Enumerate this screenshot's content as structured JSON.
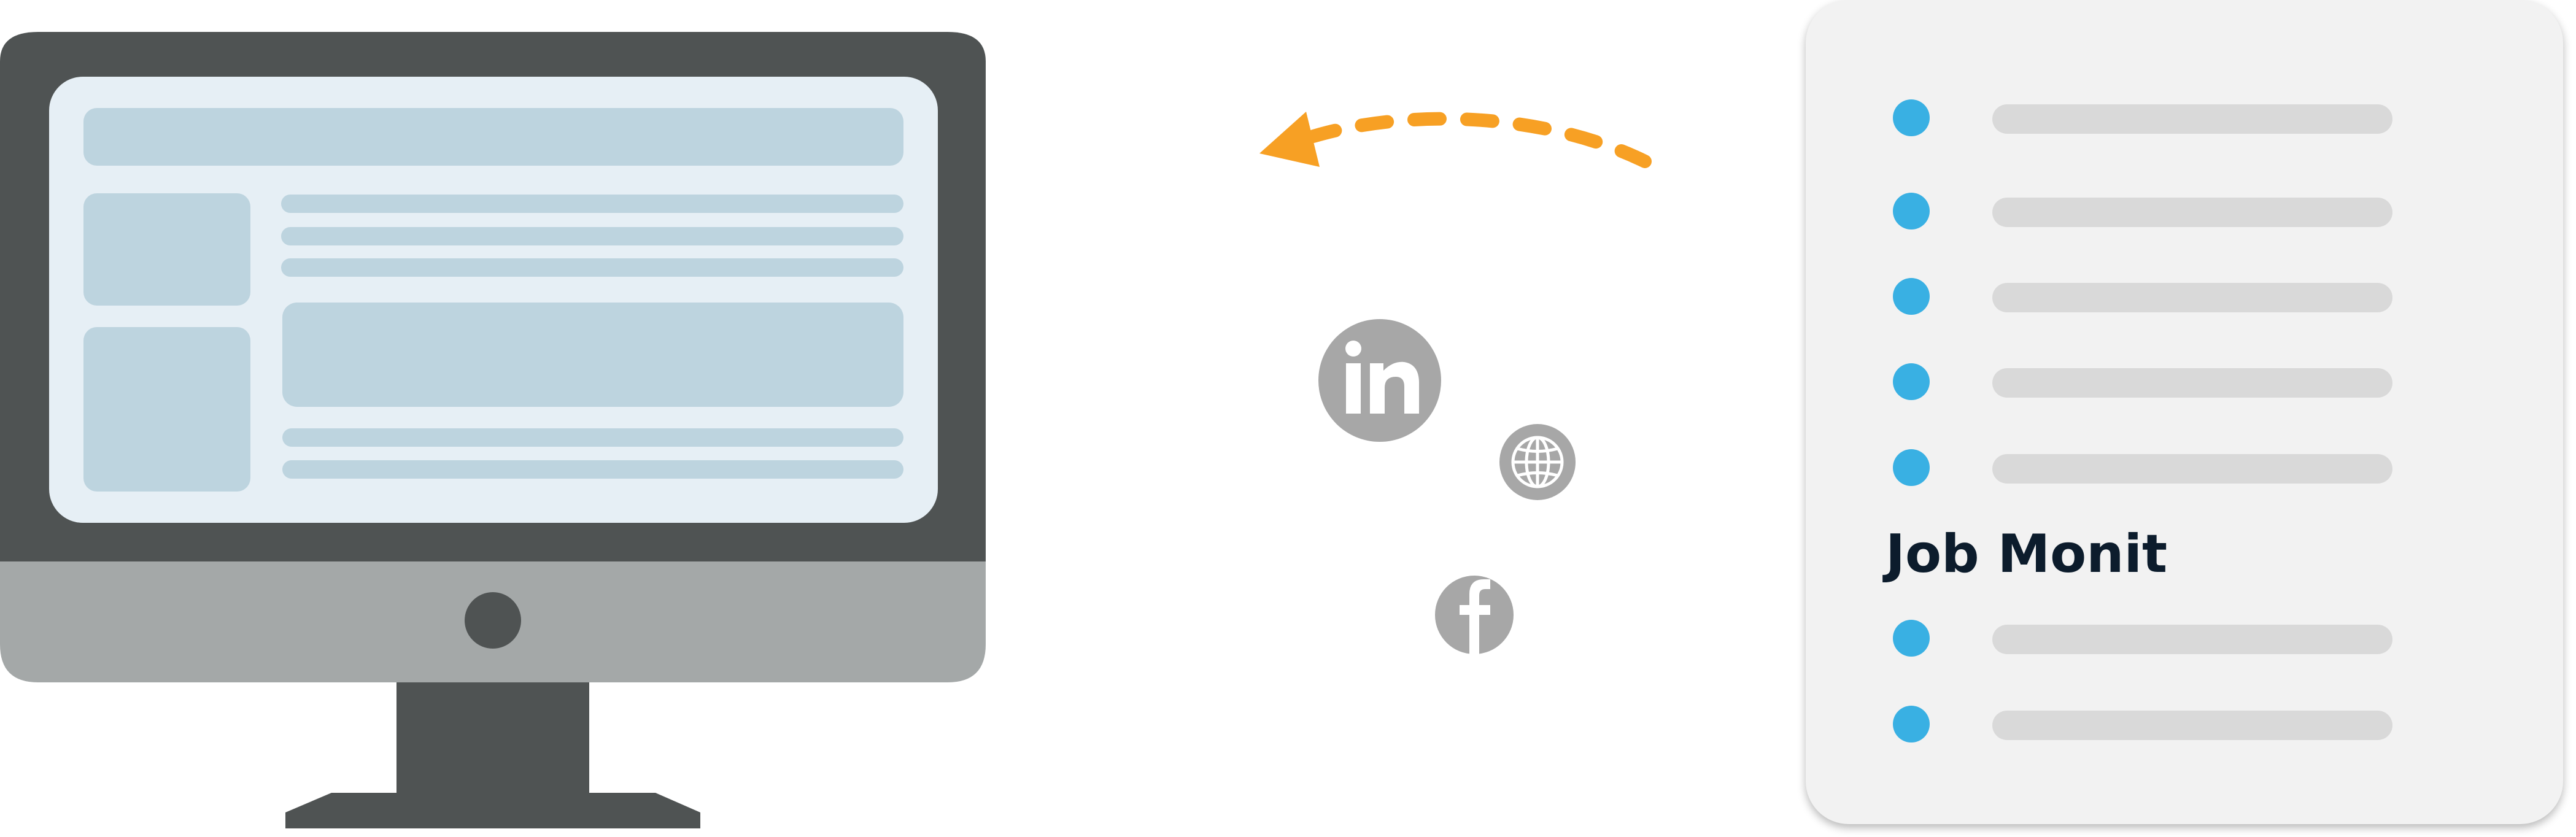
{
  "colors": {
    "bezel": "#4f5353",
    "chin": "#a4a8a8",
    "screen": "#e6eff5",
    "screen_block": "#bdd4df",
    "panel": "#f2f2f2",
    "dot": "#39b0e3",
    "bar": "#d9d9d9",
    "arrow": "#f7a024",
    "social_icon": "#a7a7a7",
    "label": "#0c1c2c"
  },
  "icons": [
    "desktop-monitor-icon",
    "curved-dashed-arrow",
    "linkedin-icon",
    "globe-icon",
    "facebook-icon"
  ],
  "list_panel": {
    "rows_before_label": 5,
    "label": "Job Monit",
    "rows_after_label": 2
  }
}
